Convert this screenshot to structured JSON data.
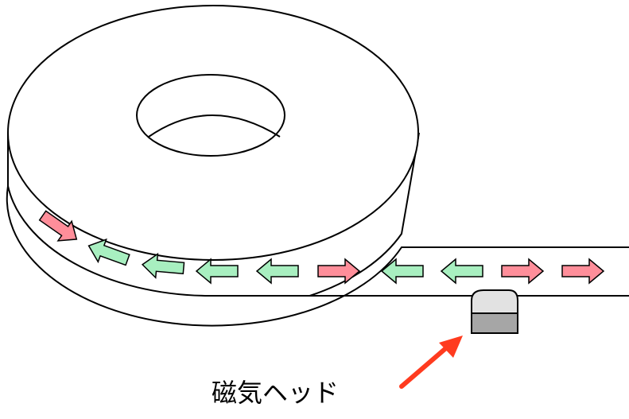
{
  "labels": {
    "head": "磁気ヘッド"
  },
  "colors": {
    "stroke": "#000000",
    "background": "#ffffff",
    "arrow_left_fill": "#a8efc0",
    "arrow_right_fill": "#ff8e9a",
    "pointer_arrow": "#ff3b1f",
    "head_top_fill": "#e2e2e2",
    "head_bottom_fill": "#a6a6a6"
  },
  "magnetization_arrows": [
    {
      "direction": "down-right"
    },
    {
      "direction": "up-left"
    },
    {
      "direction": "left"
    },
    {
      "direction": "left"
    },
    {
      "direction": "left"
    },
    {
      "direction": "right"
    },
    {
      "direction": "left"
    },
    {
      "direction": "left"
    },
    {
      "direction": "right"
    },
    {
      "direction": "right"
    }
  ],
  "icons": {
    "tape_reel": "tape-reel-icon",
    "magnetic_head": "magnetic-head-icon",
    "pointer": "pointer-arrow-icon"
  }
}
